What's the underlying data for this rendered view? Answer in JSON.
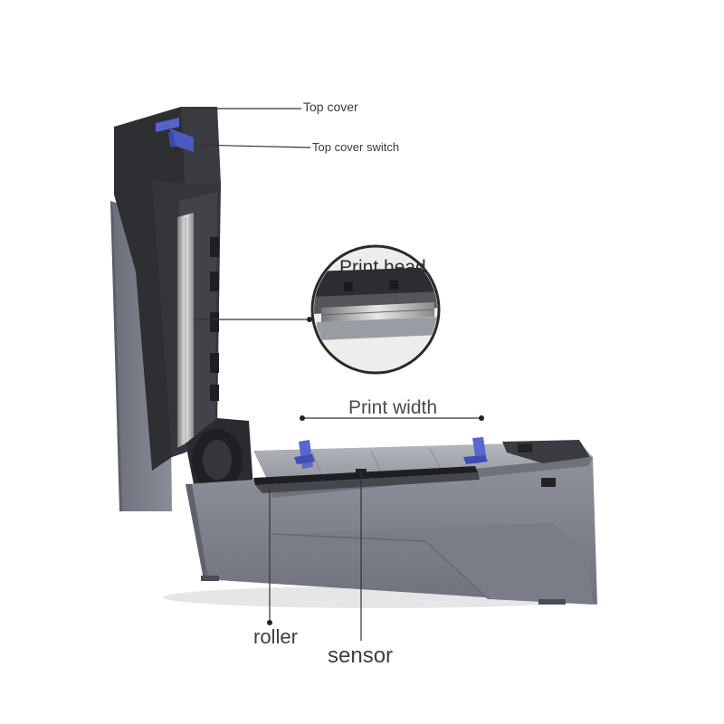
{
  "diagram": {
    "labels": {
      "top_cover": "Top cover",
      "top_cover_switch": "Top cover switch",
      "print_head": "Print head",
      "print_width": "Print width",
      "roller": "roller",
      "sensor": "sensor"
    },
    "colors": {
      "body_gray": "#7d7f8b",
      "body_dark": "#575966",
      "cover_black": "#2f3033",
      "accent_blue": "#4f5fc6",
      "leader_line": "#333333"
    }
  }
}
